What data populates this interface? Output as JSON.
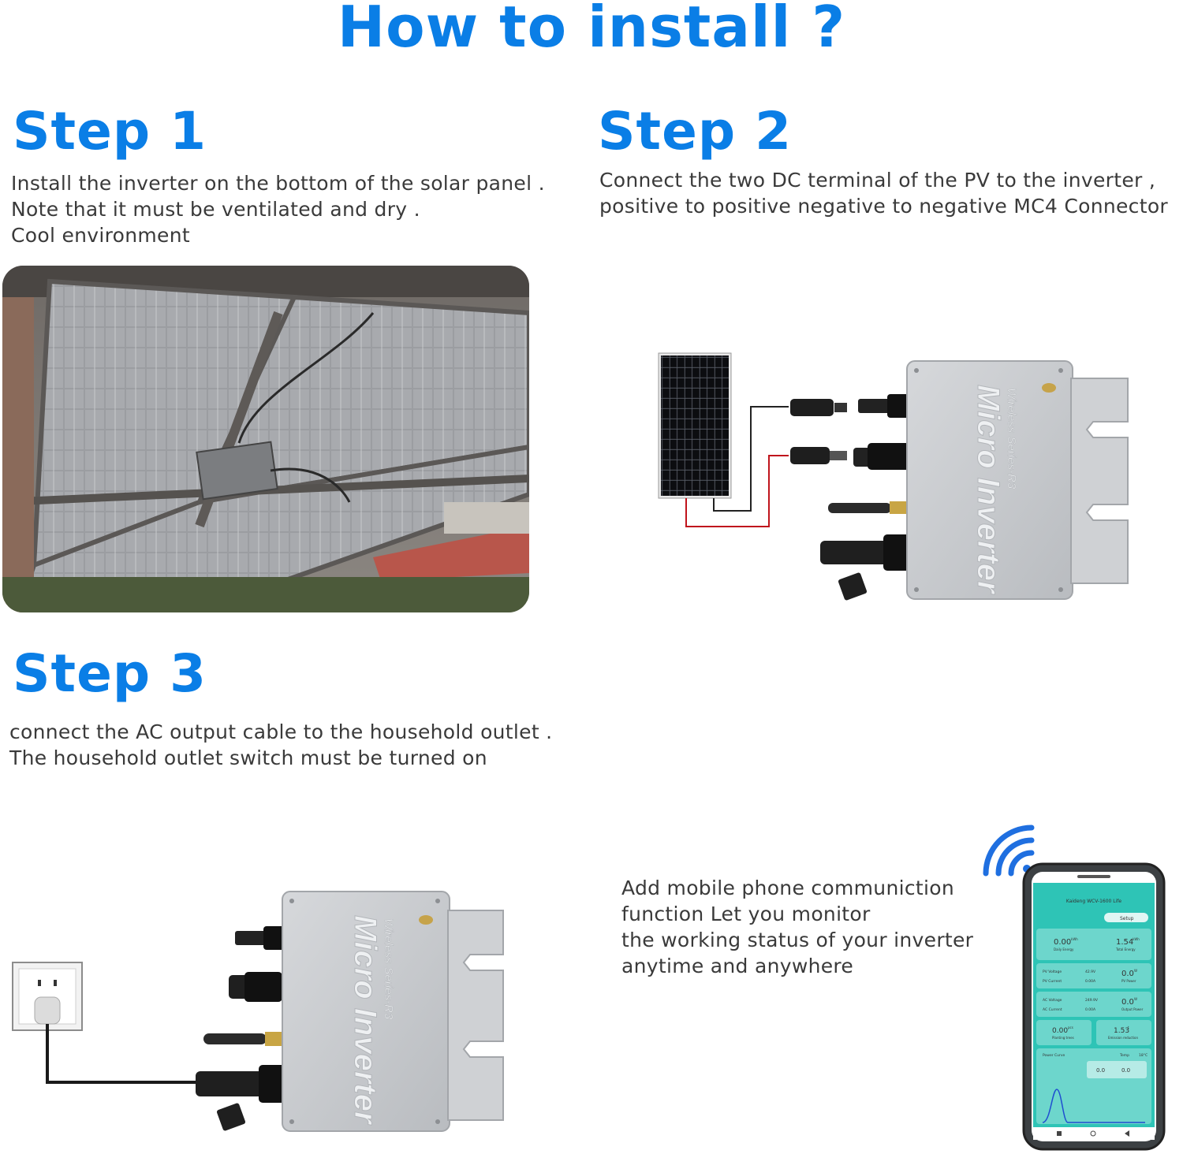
{
  "title": "How to install ?",
  "steps": [
    {
      "heading": "Step 1",
      "lines": [
        "Install the inverter on the bottom of the solar panel .",
        "Note that it must be ventilated and dry .",
        "Cool environment"
      ]
    },
    {
      "heading": "Step 2",
      "lines": [
        "Connect the two DC terminal of the PV to the inverter ,",
        "positive to positive negative to negative MC4 Connector"
      ]
    },
    {
      "heading": "Step 3",
      "lines": [
        "connect the AC output cable to the household outlet .",
        "The household  outlet switch must be turned on"
      ]
    }
  ],
  "app_feature": {
    "lines": [
      "Add mobile phone communiction",
      "function Let you monitor",
      "the working status of your inverter",
      "anytime and anywhere"
    ]
  },
  "inverter": {
    "label": "Micro Inverter",
    "series": "Wireless Series-R3"
  },
  "phone_app": {
    "header": "Kaideng WCV-1600 Life",
    "setup": "Setup",
    "daily_energy": "0.00",
    "daily_energy_unit": "kWh",
    "daily_energy_label": "Daily Energy",
    "total_energy": "1.54",
    "total_energy_unit": "kWh",
    "total_energy_label": "Total Energy",
    "pv_voltage_label": "PV Voltage",
    "pv_voltage": "42.9V",
    "pv_current_label": "PV Current",
    "pv_current": "0.00A",
    "pv_power": "0.0",
    "pv_power_unit": "W",
    "pv_power_label": "PV Power",
    "ac_voltage_label": "AC Voltage",
    "ac_voltage": "249.9V",
    "ac_current_label": "AC Current",
    "ac_current": "0.00A",
    "output_power": "0.0",
    "output_power_unit": "W",
    "output_power_label": "Output Power",
    "planting_trees": "0.00",
    "planting_trees_unit": "pcs",
    "planting_trees_label": "Planting trees",
    "emission": "1.53",
    "emission_unit": "t",
    "emission_label": "Emission reduction",
    "power_curve_label": "Power Curve",
    "temp_label": "Temp",
    "temp_value": "18°C",
    "curve_readout_1": "0.0",
    "curve_readout_2": "0.0"
  },
  "colors": {
    "accent_blue": "#0a7ee6",
    "text_gray": "#3a3a3a",
    "app_teal": "#2ec4b6",
    "wire_red": "#c0141c",
    "inverter_silver": "#c9ccd0"
  }
}
